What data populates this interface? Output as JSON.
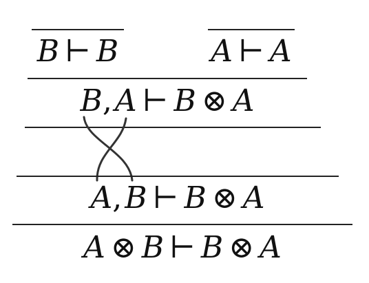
{
  "proof": {
    "axiom_left": {
      "lhs": "B",
      "turnstile": "⊢",
      "rhs": "B"
    },
    "axiom_right": {
      "lhs": "A",
      "turnstile": "⊢",
      "rhs": "A"
    },
    "step1": {
      "ctx1": "B",
      "comma": ",",
      "ctx2": "A",
      "turnstile": "⊢",
      "r1": "B",
      "tensor": "⊗",
      "r2": "A"
    },
    "step2": {
      "ctx1": "A",
      "comma": ",",
      "ctx2": "B",
      "turnstile": "⊢",
      "r1": "B",
      "tensor": "⊗",
      "r2": "A"
    },
    "conclusion": {
      "l1": "A",
      "tensor_l": "⊗",
      "l2": "B",
      "turnstile": "⊢",
      "r1": "B",
      "tensor_r": "⊗",
      "r2": "A"
    }
  },
  "colors": {
    "ink": "#111111",
    "rule": "#222222",
    "braid": "#333333",
    "background": "#ffffff"
  }
}
